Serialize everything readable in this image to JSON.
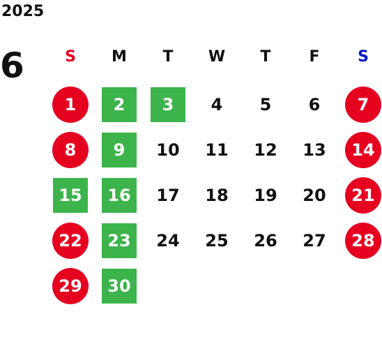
{
  "year": "2025",
  "month": "6",
  "weekdays": [
    {
      "label": "S",
      "color": "#e60020"
    },
    {
      "label": "M",
      "color": "#111111"
    },
    {
      "label": "T",
      "color": "#111111"
    },
    {
      "label": "W",
      "color": "#111111"
    },
    {
      "label": "T",
      "color": "#111111"
    },
    {
      "label": "F",
      "color": "#111111"
    },
    {
      "label": "S",
      "color": "#0018c8"
    }
  ],
  "colors": {
    "holiday_circle": "#e60020",
    "highlight_square": "#3cb44b",
    "text": "#111111"
  },
  "weeks": [
    [
      {
        "day": "1",
        "mark": "circle"
      },
      {
        "day": "2",
        "mark": "square"
      },
      {
        "day": "3",
        "mark": "square"
      },
      {
        "day": "4",
        "mark": "none"
      },
      {
        "day": "5",
        "mark": "none"
      },
      {
        "day": "6",
        "mark": "none"
      },
      {
        "day": "7",
        "mark": "circle"
      }
    ],
    [
      {
        "day": "8",
        "mark": "circle"
      },
      {
        "day": "9",
        "mark": "square"
      },
      {
        "day": "10",
        "mark": "none"
      },
      {
        "day": "11",
        "mark": "none"
      },
      {
        "day": "12",
        "mark": "none"
      },
      {
        "day": "13",
        "mark": "none"
      },
      {
        "day": "14",
        "mark": "circle"
      }
    ],
    [
      {
        "day": "15",
        "mark": "square"
      },
      {
        "day": "16",
        "mark": "square"
      },
      {
        "day": "17",
        "mark": "none"
      },
      {
        "day": "18",
        "mark": "none"
      },
      {
        "day": "19",
        "mark": "none"
      },
      {
        "day": "20",
        "mark": "none"
      },
      {
        "day": "21",
        "mark": "circle"
      }
    ],
    [
      {
        "day": "22",
        "mark": "circle"
      },
      {
        "day": "23",
        "mark": "square"
      },
      {
        "day": "24",
        "mark": "none"
      },
      {
        "day": "25",
        "mark": "none"
      },
      {
        "day": "26",
        "mark": "none"
      },
      {
        "day": "27",
        "mark": "none"
      },
      {
        "day": "28",
        "mark": "circle"
      }
    ],
    [
      {
        "day": "29",
        "mark": "circle"
      },
      {
        "day": "30",
        "mark": "square"
      }
    ]
  ]
}
